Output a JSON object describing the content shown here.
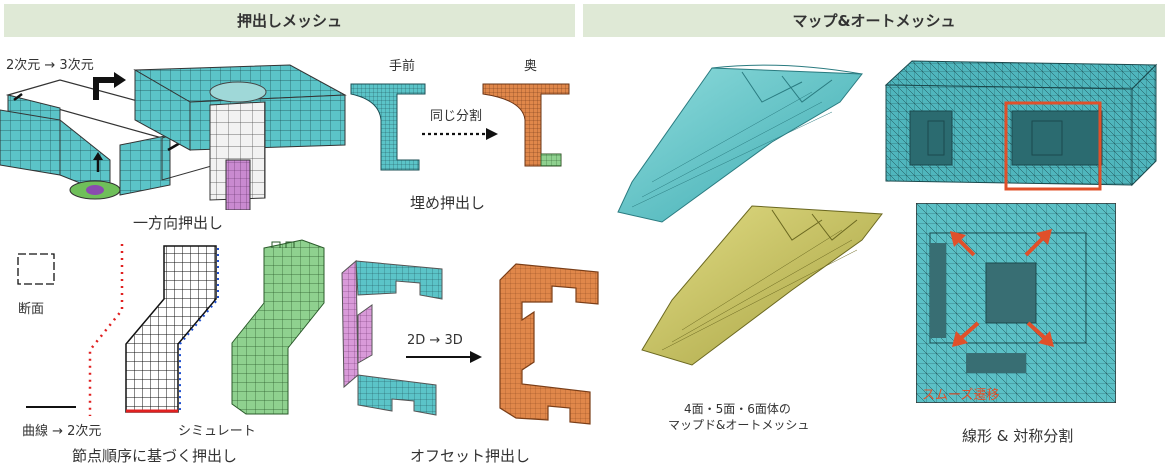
{
  "headers": {
    "left": "押出しメッシュ",
    "right": "マップ&オートメッシュ"
  },
  "extrude": {
    "dim_label": "2次元 → 3次元",
    "one_direction": "一方向押出し",
    "front": "手前",
    "back": "奥",
    "same_division": "同じ分割",
    "fill_extrude": "埋め押出し",
    "section": "断面",
    "curve_label": "曲線 → 2次元",
    "simulate": "シミュレート",
    "node_order": "節点順序に基づく押出し",
    "two_to_three": "2D → 3D",
    "offset": "オフセット押出し"
  },
  "mapauto": {
    "caption_line1": "4面・5面・6面体の",
    "caption_line2": "マップド&オートメッシュ",
    "smooth": "スムーズ遷移",
    "linear_sym": "線形 & 対称分割"
  },
  "colors": {
    "header_bg": "#dfe9d6",
    "cyan_mesh": "#5bc4c8",
    "orange_mesh": "#e0874a",
    "green_mesh": "#8fd18f",
    "pink_mesh": "#d99ad9",
    "olive_mesh": "#d4cf6e",
    "red_accent": "#e0502a",
    "dot_red": "#e02020",
    "dot_blue": "#2050d0"
  }
}
